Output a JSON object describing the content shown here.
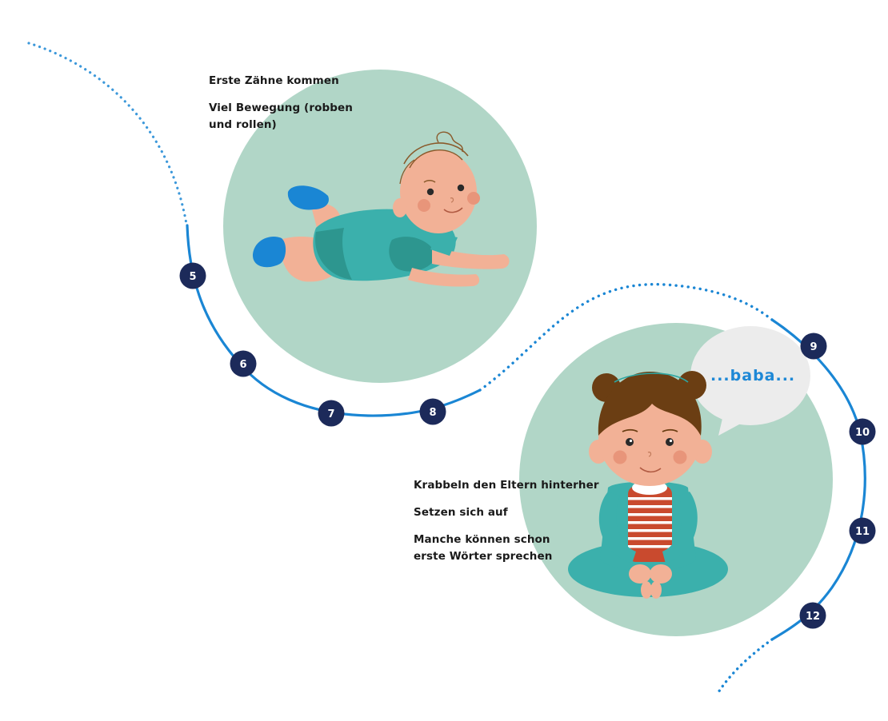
{
  "colors": {
    "path_line": "#1a86d4",
    "marker_fill": "#1c2a5a",
    "circle_bg": "#b1d6c7",
    "speech_bubble": "#ececec",
    "text": "#1a1a1a"
  },
  "markers": [
    {
      "label": "5"
    },
    {
      "label": "6"
    },
    {
      "label": "7"
    },
    {
      "label": "8"
    },
    {
      "label": "9"
    },
    {
      "label": "10"
    },
    {
      "label": "11"
    },
    {
      "label": "12"
    }
  ],
  "stage_top": {
    "illustration": "baby-crawling-on-belly",
    "milestones": [
      {
        "text": "Erste Zähne kommen"
      },
      {
        "text": "Viel Bewegung (robben"
      },
      {
        "text": "und rollen)"
      }
    ]
  },
  "stage_bottom": {
    "illustration": "baby-sitting",
    "speech": "...baba...",
    "milestones": [
      {
        "text": "Krabbeln den Eltern hinterher"
      },
      {
        "text": "Setzen sich auf"
      },
      {
        "text": "Manche können schon"
      },
      {
        "text": "erste Wörter sprechen"
      }
    ]
  }
}
